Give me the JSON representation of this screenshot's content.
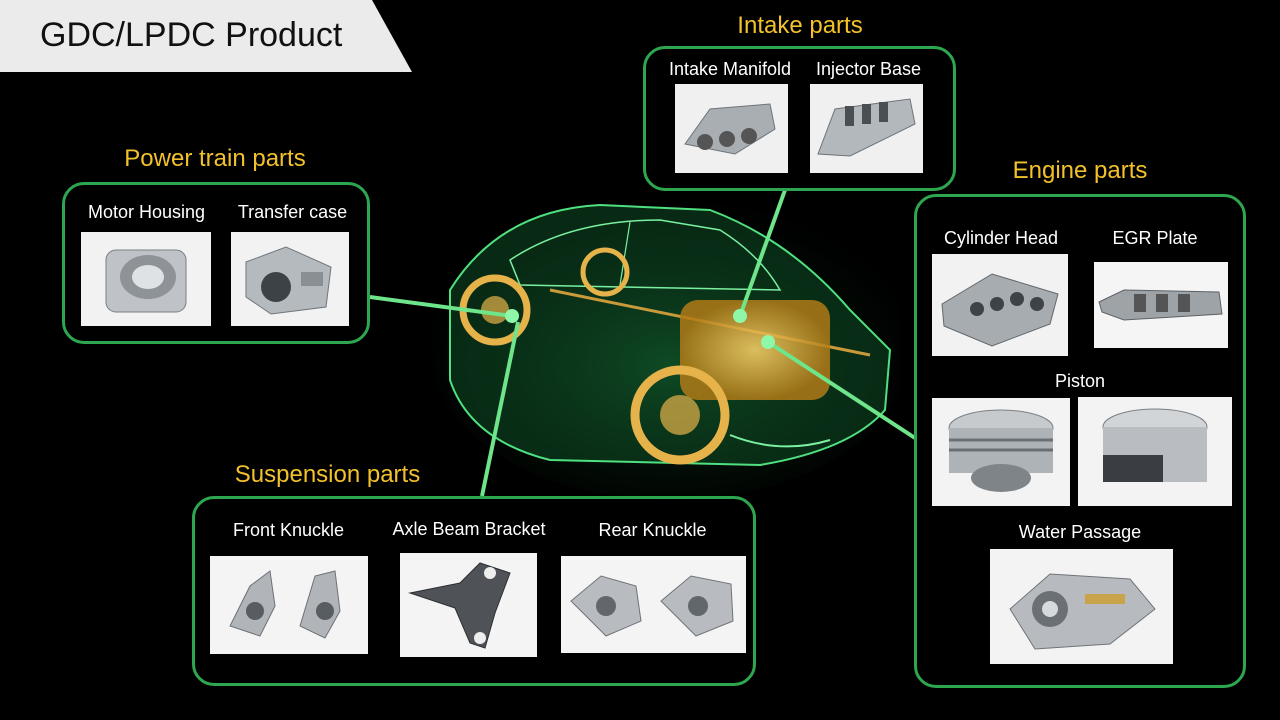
{
  "title": "GDC/LPDC Product",
  "categories": {
    "intake": "Intake parts",
    "powertrain": "Power train parts",
    "engine": "Engine parts",
    "suspension": "Suspension parts"
  },
  "parts": {
    "intake_manifold": "Intake Manifold",
    "injector_base": "Injector Base",
    "motor_housing": "Motor Housing",
    "transfer_case": "Transfer case",
    "cylinder_head": "Cylinder Head",
    "egr_plate": "EGR Plate",
    "piston": "Piston",
    "water_passage": "Water Passage",
    "front_knuckle": "Front Knuckle",
    "axle_beam_bracket": "Axle Beam Bracket",
    "rear_knuckle": "Rear Knuckle"
  },
  "colors": {
    "accent_green": "#2ea650",
    "label_yellow": "#f3c12b",
    "connector": "#6ee58a"
  }
}
